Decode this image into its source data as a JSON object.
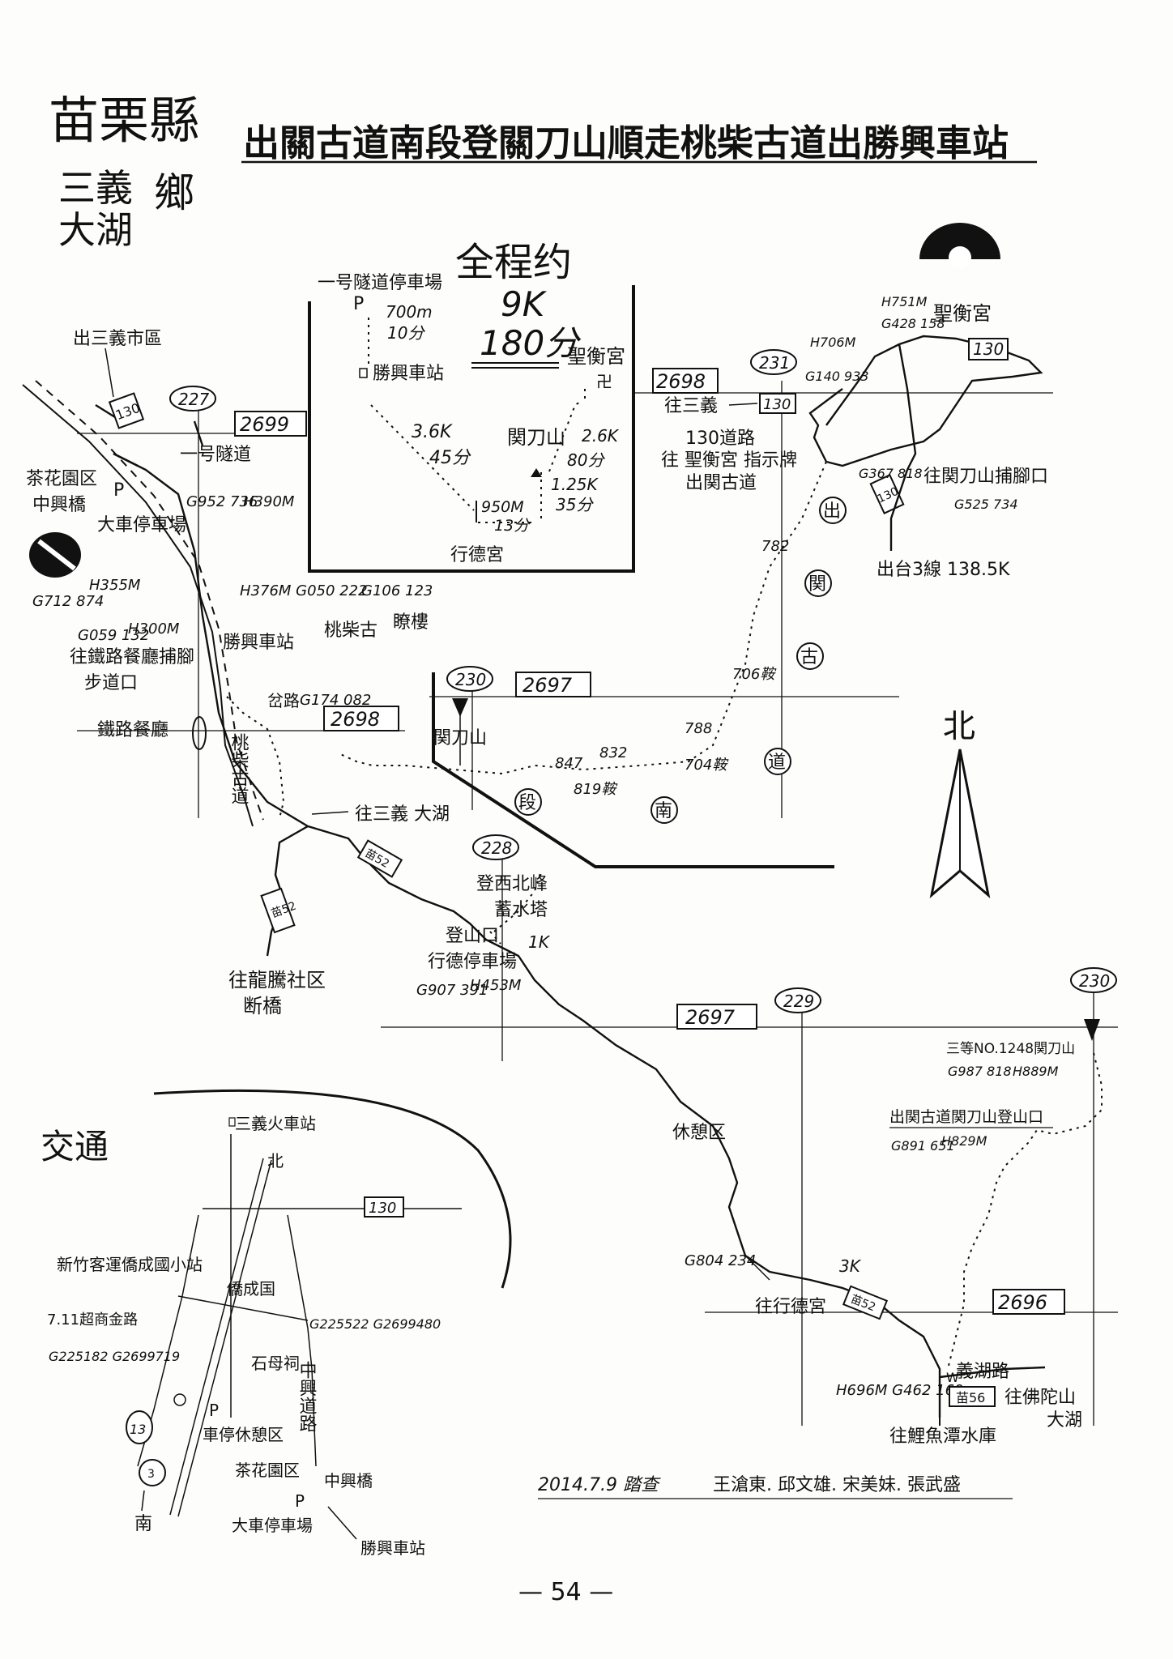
{
  "header": {
    "county": "苗栗縣",
    "township_a": "三義",
    "township_b": "大湖",
    "township_suffix": "鄉",
    "title": "出關古道南段登關刀山順走桃柴古道出勝興車站"
  },
  "summary": {
    "total_label": "全程约",
    "distance": "9K",
    "duration": "180分",
    "parking": "一号隧道停車場",
    "seg1_dist": "700m",
    "seg1_time": "10分",
    "station": "勝興車站",
    "seg2_dist": "3.6K",
    "seg2_time": "45分",
    "temple": "聖衡宮",
    "seg3_dist": "2.6K",
    "seg3_time": "80分",
    "mountain": "関刀山",
    "seg4_dist": "1.25K",
    "seg4_time": "35分",
    "elev": "950M",
    "seg5_time": "13分",
    "start": "行德宮"
  },
  "grid": {
    "n2699": "2699",
    "n2698a": "2698",
    "n2698b": "2698",
    "n2697a": "2697",
    "n2697b": "2697",
    "n2696": "2696",
    "e227": "227",
    "e230a": "230",
    "e230b": "230",
    "e228": "228",
    "e229": "229",
    "e231": "231"
  },
  "roads": {
    "r130a": "130",
    "r130b": "130",
    "r130c": "130",
    "r130d": "130",
    "r130_transit": "130",
    "miao52a": "苗52",
    "miao52b": "苗52",
    "miao52c": "苗52",
    "r13": "13",
    "t3": "3",
    "miao56": "苗56"
  },
  "labels": {
    "to_sanyi_city": "出三義市區",
    "tunnel1": "一号隧道",
    "tea_garden": "茶花園区",
    "zhongxing_bridge": "中興橋",
    "big_parking": "大車停車場",
    "g1": "G952 736",
    "h1": "H390M",
    "g2": "G712 874",
    "h2": "H355M",
    "g3": "G059 132",
    "h3": "H300M",
    "to_rail_rest": "往鐵路餐廳捕腳",
    "trail_entry": "步道口",
    "rail_rest": "鐵路餐廳",
    "g4": "H376M G050 222",
    "shengxing_station": "勝興車站",
    "taochai": "桃柴古",
    "g5": "G106 123",
    "tower": "瞭樓",
    "fork": "岔路",
    "g6": "G174 082",
    "taochai_trail": "桃柴古道",
    "to_sanyi_dahu": "往三義 大湖",
    "to_longteng": "往龍騰社区",
    "broken_bridge": "断橋",
    "deng_xibei": "登西北峰",
    "water_tower": "蓄水塔",
    "trailhead": "登山口",
    "xingde_parking": "行德停車場",
    "g7": "G907 391",
    "h7": "H453M",
    "k1": "1K",
    "rest_area": "休憩区",
    "g8": "G804 234",
    "to_xingde": "往行德宮",
    "k3": "3K",
    "yihu_road": "義湖路",
    "g9": "H696M G462 169",
    "w9": "W",
    "to_fo": "往佛陀山",
    "dahu": "大湖",
    "to_liyu": "往鯉魚潭水庫",
    "h_shengheng": "H751M",
    "g_shengheng": "G428 158",
    "shengheng": "聖衡宮",
    "h706": "H706M",
    "g706": "G140 933",
    "to_sanyi2": "往三義",
    "road130_post": "130道路",
    "sign_a": "往 聖衡宮 指示牌",
    "sign_b": "出関古道",
    "g_367": "G367 818",
    "to_guandao": "往関刀山捕腳口",
    "g_525": "G525 734",
    "exit_t3": "出台3線 138.5K",
    "n782": "782",
    "n706": "706鞍",
    "chu1": "出",
    "chu2": "関",
    "chu3": "古",
    "chu4": "道",
    "nan1": "段",
    "nan2": "南",
    "guandao_left": "関刀山",
    "n847": "847",
    "n832": "832",
    "n819": "819鞍",
    "n788": "788",
    "n704": "704鞍",
    "north": "北",
    "peak_right": "三等NO.1248関刀山",
    "g_peak": "G987 818",
    "h_peak": "H889M",
    "trailhead_right": "出関古道関刀山登山口",
    "g_th": "G891 651",
    "h_th": "H829M",
    "date_survey": "2014.7.9 踏查",
    "surveyors": "王滄東. 邱文雄. 宋美妹. 張武盛"
  },
  "transit": {
    "title": "交通",
    "sanyi_station": "三義火車站",
    "north": "北",
    "hsinchu_bus": "新竹客運僑成國小站",
    "qiaocheng": "僑成国",
    "road711": "7.11超商金路",
    "g711": "G225182 G2699719",
    "g_right": "G225522 G2699480",
    "stone_temple": "石母祠",
    "zhongxing_road": "中興道路",
    "rest_parking": "車停休憩区",
    "tea_garden": "茶花園区",
    "zhongxing_bridge": "中興橋",
    "big_parking": "大車停車場",
    "shengxing_station": "勝興車站",
    "south": "南",
    "p1": "P",
    "p2": "P"
  },
  "footer": {
    "page_number": "— 54 —"
  }
}
